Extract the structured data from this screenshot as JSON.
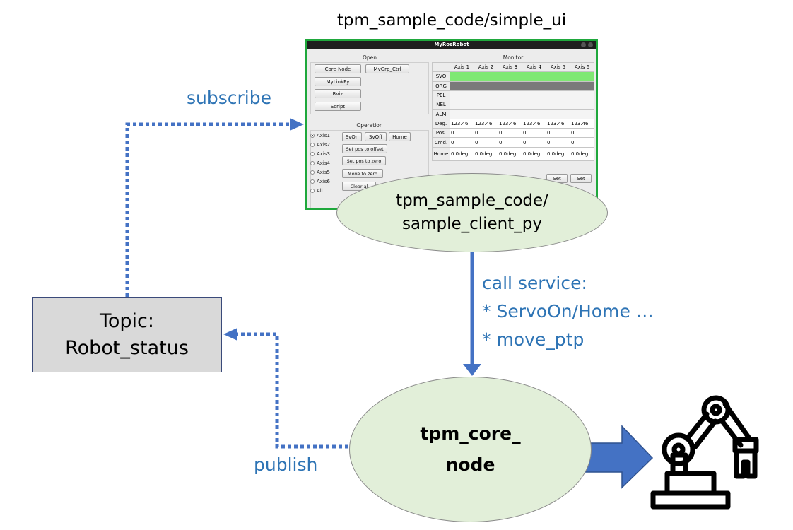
{
  "caption": "tpm_sample_code/simple_ui",
  "app": {
    "title": "MyRosRobot",
    "open_section": {
      "label": "Open",
      "buttons": [
        "Core Node",
        "MvGrp_Ctrl",
        "MyLinkPy",
        "Rviz",
        "Script"
      ]
    },
    "operation_section": {
      "label": "Operation",
      "axes": [
        "Axis1",
        "Axis2",
        "Axis3",
        "Axis4",
        "Axis5",
        "Axis6",
        "All"
      ],
      "selected_axis": "Axis1",
      "buttons": [
        "SvOn",
        "SvOff",
        "Home",
        "Set pos to offset",
        "Set pos to zero",
        "Move to zero",
        "Clear al"
      ]
    },
    "monitor_section": {
      "label": "Monitor",
      "columns": [
        "Axis 1",
        "Axis 2",
        "Axis 3",
        "Axis 4",
        "Axis 5",
        "Axis 6"
      ],
      "status_rows": [
        "SVO",
        "ORG",
        "PEL",
        "NEL",
        "ALM"
      ],
      "deg_label": "Deg.",
      "deg_values": [
        "123.46",
        "123.46",
        "123.46",
        "123.46",
        "123.46",
        "123.46"
      ],
      "pos_label": "Pos.",
      "pos_values": [
        "0",
        "0",
        "0",
        "0",
        "0",
        "0"
      ],
      "cmd_label": "Cmd.",
      "cmd_values": [
        "0",
        "0",
        "0",
        "0",
        "0",
        "0"
      ],
      "home_label": "Home",
      "home_values": [
        "0.0deg",
        "0.0deg",
        "0.0deg",
        "0.0deg",
        "0.0deg",
        "0.0deg"
      ],
      "set_label": "Set"
    }
  },
  "client_node": {
    "line1": "tpm_sample_code/",
    "line2": "sample_client_py"
  },
  "core_node": {
    "line1": "tpm_core_",
    "line2": "node"
  },
  "topic": {
    "line1": "Topic:",
    "line2": "Robot_status"
  },
  "labels": {
    "subscribe": "subscribe",
    "publish": "publish",
    "call_service": "call service:",
    "service_1": "* ServoOn/Home …",
    "service_2": "* move_ptp"
  },
  "colors": {
    "window_border": "#1fa83c",
    "node_fill": "#e2efd9",
    "topic_fill": "#d9d9d9",
    "arrow": "#4472c4",
    "label_text": "#2e74b5",
    "svo_on": "#7fe873",
    "org_on": "#7a7a7a"
  },
  "icons": {
    "robot": "robot-arm-icon",
    "output_arrow": "right-block-arrow"
  }
}
